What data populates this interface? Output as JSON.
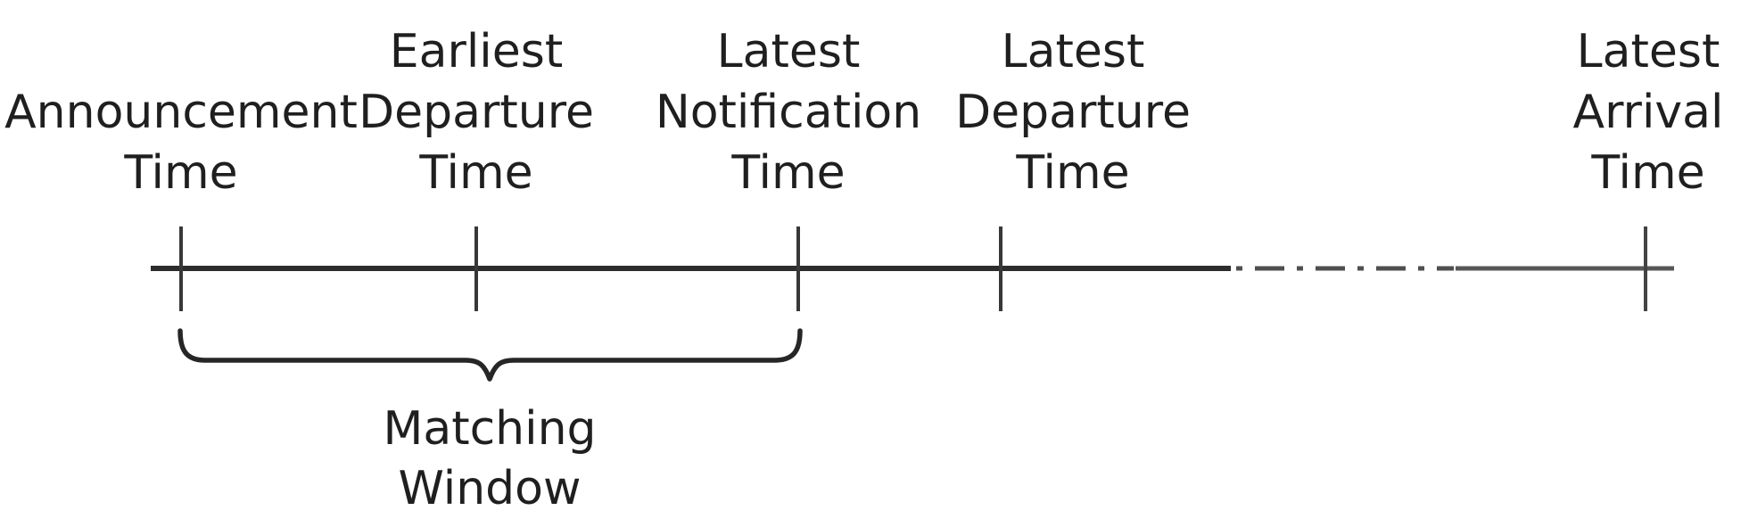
{
  "figure": {
    "type": "timeline-diagram",
    "labels": [
      {
        "id": "announcement-time",
        "lines": [
          "Announcement",
          "Time"
        ]
      },
      {
        "id": "earliest-departure-time",
        "lines": [
          "Earliest",
          "Departure",
          "Time"
        ]
      },
      {
        "id": "latest-notification-time",
        "lines": [
          "Latest",
          "Notification",
          "Time"
        ]
      },
      {
        "id": "latest-departure-time",
        "lines": [
          "Latest",
          "Departure",
          "Time"
        ]
      },
      {
        "id": "latest-arrival-time",
        "lines": [
          "Latest",
          "Arrival",
          "Time"
        ]
      }
    ],
    "brace_label": {
      "lines": [
        "Matching",
        "Window"
      ]
    },
    "colors": {
      "background": "#ffffff",
      "text": "#1f1f1f",
      "axis": "#2d2d2d",
      "axis_dashdot": "#4f4f4f",
      "axis_light": "#575757",
      "tick": "#383838",
      "brace": "#262626"
    }
  }
}
